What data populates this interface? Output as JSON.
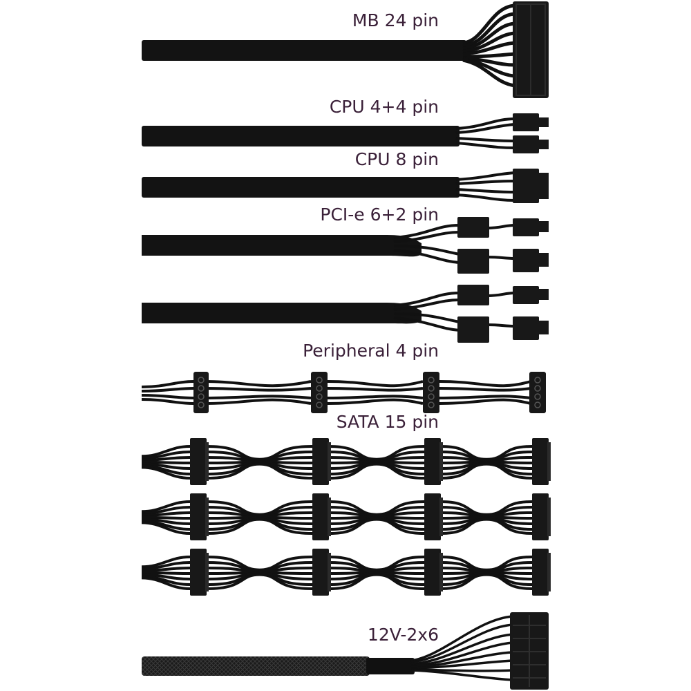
{
  "colors": {
    "background": "#ffffff",
    "cable": "#111111",
    "connector": "#1a1a1a",
    "label": "#3a2038",
    "sleeve": "#1d1d1d"
  },
  "labels": {
    "mb_24pin": "MB 24 pin",
    "cpu_4_4pin": "CPU 4+4 pin",
    "cpu_8pin": "CPU 8 pin",
    "pcie_6_2pin": "PCI-e 6+2 pin",
    "peripheral_4pin": "Peripheral 4 pin",
    "sata_15pin": "SATA 15 pin",
    "v12_2x6": "12V-2x6"
  },
  "cables": [
    {
      "type": "mb-24pin",
      "count": 1
    },
    {
      "type": "cpu-4+4pin",
      "count": 1
    },
    {
      "type": "cpu-8pin",
      "count": 1
    },
    {
      "type": "pcie-6+2pin",
      "count": 2
    },
    {
      "type": "peripheral-4pin",
      "count": 1,
      "connectors": 4
    },
    {
      "type": "sata-15pin",
      "count": 3,
      "connectors": 4
    },
    {
      "type": "12v-2x6",
      "count": 1,
      "sleeved": true
    }
  ]
}
